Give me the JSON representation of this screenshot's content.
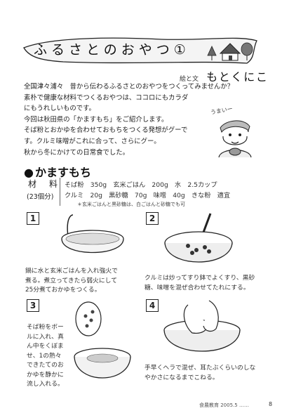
{
  "header": {
    "title": "ふるさとのおやつ①",
    "author_label": "絵と文",
    "author_name": "もとくにこ"
  },
  "intro": [
    "全国津々浦々　昔から伝わるふるさとのおやつをつくってみませんか？",
    "素朴で健康な材料でつくるおやつは、ココロにもカラダ",
    "にもうれしいものです。",
    "今回は秋田県の「かますもち」をご紹介します。",
    "そば粉とおかゆを合わせておもちをつくる発想がグーで",
    "す。クルミ味噌がこれに合って、さらにグー。",
    "秋から冬にかけての日常食でした。"
  ],
  "illustration_caption": "うまいー",
  "recipe": {
    "title": "かますもち",
    "materials_label": "材　料",
    "servings": "(23個分)",
    "ingredients": [
      "そば粉　350g　玄米ごはん　200g　水　2.5カップ",
      "クルミ　20g　黒砂糖　70g　味噌　40g　きな粉　適宜"
    ],
    "note": "＊玄米ごはんと黒砂糖は、白ごはんと砂糖でも可"
  },
  "steps": [
    {
      "num": "1",
      "lines": [
        "鍋に水と玄米ごはんを入れ強火で",
        "煮る。煮立ってきたら弱火にして",
        "25分煮ておかゆをつくる。"
      ]
    },
    {
      "num": "2",
      "lines": [
        "クルミは炒ってすり鉢でよくすり、黒砂",
        "糖、味噌を混ぜ合わせてたれにする。"
      ]
    },
    {
      "num": "3",
      "lines": [
        "そば粉をボー",
        "ルに入れ、真",
        "ん中をくぼま",
        "せ、1の熱々",
        "できたてのお",
        "かゆを静かに",
        "流し入れる。"
      ]
    },
    {
      "num": "4",
      "lines": [
        "手早くヘラで混ぜ、耳たぶくらいのしな",
        "やかさになるまでこねる。"
      ]
    }
  ],
  "footer": {
    "publication": "食農教育 2005.5",
    "dots": "……",
    "page": "8"
  }
}
